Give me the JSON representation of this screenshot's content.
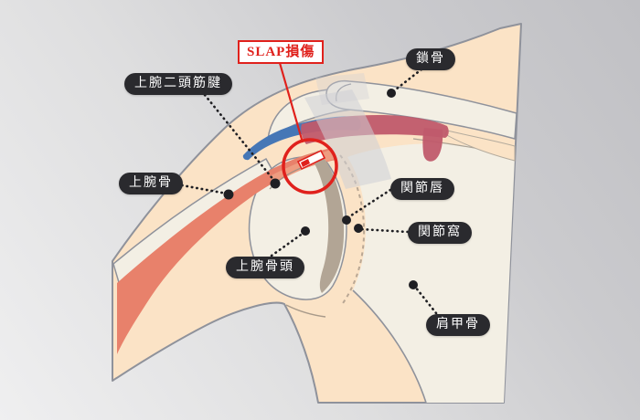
{
  "diagram": {
    "subject": "shoulder-slap-lesion-anatomy",
    "highlight": {
      "label": "SLAP損傷"
    },
    "labels": {
      "biceps_tendon": "上腕二頭筋腱",
      "clavicle": "鎖骨",
      "humerus": "上腕骨",
      "glenoid_labrum": "関節唇",
      "glenoid_fossa": "関節窩",
      "humeral_head": "上腕骨頭",
      "scapula": "肩甲骨"
    },
    "colors": {
      "highlight_red": "#e0211c",
      "label_pill_bg": "#2a2a2e",
      "label_pill_text": "#ffffff",
      "skin": "#fbe3c6",
      "bone": "#f3efe4",
      "muscle_salmon": "#e8816b",
      "tendon_blue": "#4677b6",
      "muscle_crimson": "#c05a6b",
      "labrum_taupe": "#b2a595",
      "outline_gray": "#8f929b"
    }
  }
}
